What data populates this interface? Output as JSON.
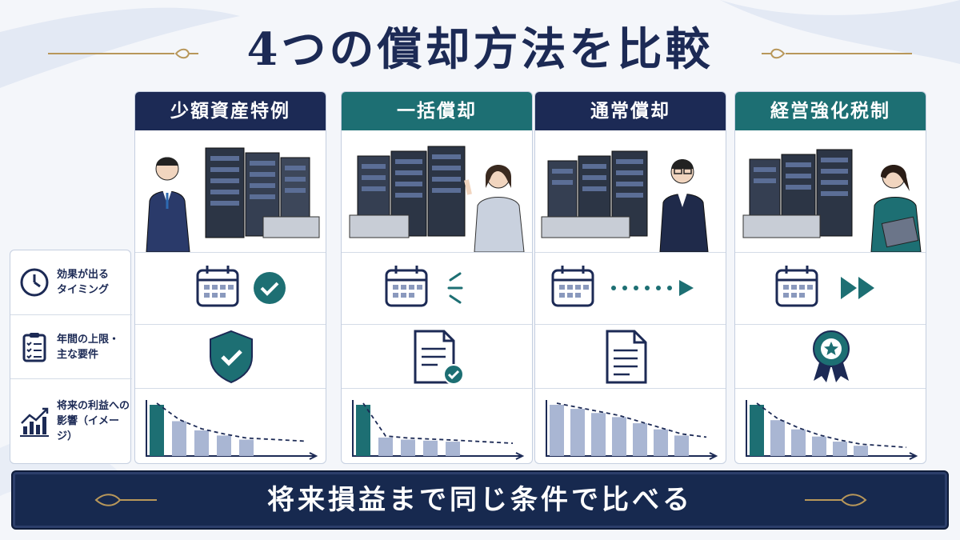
{
  "title": "4つの償却方法を比較",
  "columns": [
    {
      "heading": "少額資産特例",
      "head_color": "navy",
      "timing_icon": "checkmark-circle-icon",
      "requirement_icon": "shield-check-icon",
      "impact": [
        1.0,
        0.68,
        0.5,
        0.4,
        0.32
      ]
    },
    {
      "heading": "一括償却",
      "head_color": "teal",
      "timing_icon": "burst-lines-icon",
      "requirement_icon": "document-check-icon",
      "impact": [
        1.0,
        0.36,
        0.32,
        0.3,
        0.28
      ]
    },
    {
      "heading": "通常償却",
      "head_color": "navy",
      "timing_icon": "dotted-arrow-icon",
      "requirement_icon": "document-icon",
      "impact": [
        1.0,
        0.92,
        0.84,
        0.76,
        0.64,
        0.52,
        0.4
      ]
    },
    {
      "heading": "経営強化税制",
      "head_color": "teal",
      "timing_icon": "fast-forward-icon",
      "requirement_icon": "award-badge-icon",
      "impact": [
        1.0,
        0.7,
        0.52,
        0.38,
        0.28,
        0.2
      ]
    }
  ],
  "row_labels": {
    "timing": "効果が出る\nタイミング",
    "requirements": "年間の上限・\n主な要件",
    "impact": "将来の利益への\n影響（イメージ）"
  },
  "banner": "将来損益まで同じ条件で比べる",
  "colors": {
    "navy": "#1c2a55",
    "teal": "#1d6f73",
    "bar_light": "#a9b6d3",
    "gold": "#b8975a"
  }
}
